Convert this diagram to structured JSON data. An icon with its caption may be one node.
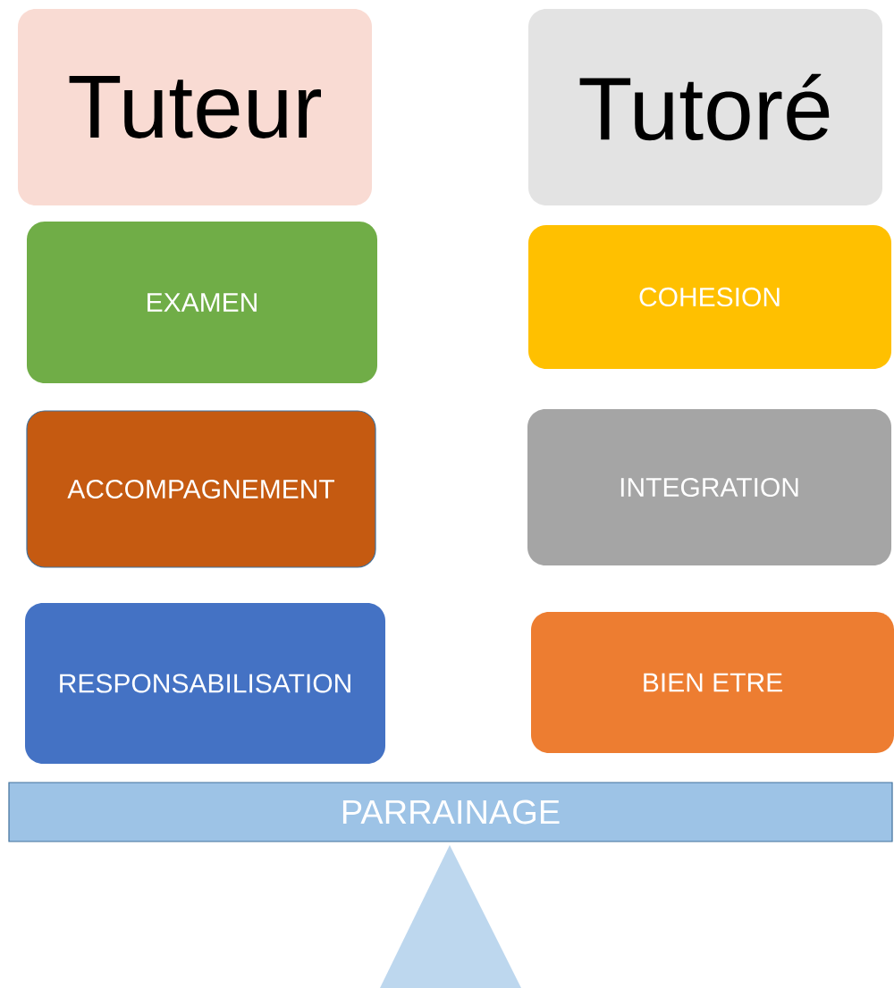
{
  "diagram": {
    "nodes": [
      {
        "text": [
          "Tuteur"
        ]
      },
      {
        "text": [
          "Tutoré"
        ]
      },
      {
        "text": [
          "EXAMEN"
        ]
      },
      {
        "text": [
          "COHESION"
        ]
      },
      {
        "text": [
          "ACCOMPAGNEMENT"
        ]
      },
      {
        "text": [
          "INTEGRATION"
        ]
      },
      {
        "text": [
          "RESPONSABILISATION"
        ]
      },
      {
        "text": [
          "BIEN ETRE"
        ]
      },
      {
        "text": [
          "PARRAINAGE"
        ]
      },
      {
        "text": [],
        "shape": "triangle"
      }
    ]
  }
}
